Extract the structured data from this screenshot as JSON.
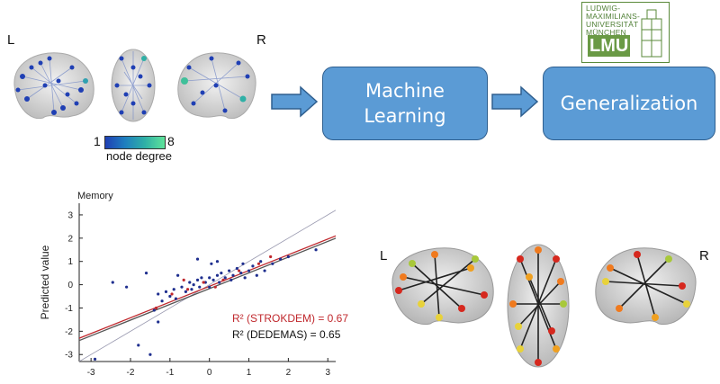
{
  "top": {
    "left_label": "L",
    "right_label": "R",
    "box1": [
      "Machine",
      "Learning"
    ],
    "box2": "Generalization",
    "logo": {
      "lines": "LUDWIG-\nMAXIMILIANS-\nUNIVERSITÄT\nMÜNCHEN",
      "mark": "LMU"
    },
    "colorbar": {
      "min": "1",
      "max": "8",
      "title": "node degree",
      "colors": [
        "#1f3fb4",
        "#1f7fbf",
        "#2fb0a6",
        "#5fe39a"
      ]
    }
  },
  "bottom_right": {
    "left_label": "L",
    "right_label": "R"
  },
  "chart_data": {
    "type": "scatter",
    "title": "Memory",
    "xlabel": "",
    "ylabel": "Predicted value",
    "xlim": [
      -3.3,
      3.2
    ],
    "ylim": [
      -3.3,
      3.5
    ],
    "xticks": [
      "-3",
      "-2",
      "-1",
      "0",
      "1",
      "2",
      "3"
    ],
    "yticks": [
      "-3",
      "-2",
      "-1",
      "0",
      "1",
      "2",
      "3"
    ],
    "annotations": [
      {
        "text": "R² (STROKDEM) = 0.67",
        "color": "#c0282d"
      },
      {
        "text": "R² (DEDEMAS) = 0.65",
        "color": "#111111"
      }
    ],
    "lines": [
      {
        "kind": "identity",
        "x": [
          -3.3,
          3.2
        ],
        "y": [
          -3.3,
          3.2
        ],
        "color": "#9a9ab0"
      },
      {
        "kind": "fit-strokdem",
        "x": [
          -3.3,
          3.5
        ],
        "y": [
          -2.3,
          2.3
        ],
        "color": "#c0282d"
      },
      {
        "kind": "fit-dedemas",
        "x": [
          -3.3,
          3.5
        ],
        "y": [
          -2.4,
          2.2
        ],
        "color": "#555555"
      }
    ],
    "series": [
      {
        "color": "#1f2f8f",
        "points": [
          [
            -2.9,
            -3.2
          ],
          [
            -2.45,
            0.1
          ],
          [
            -2.1,
            -0.1
          ],
          [
            -1.8,
            -2.6
          ],
          [
            -1.5,
            -3.0
          ],
          [
            -1.4,
            -1.1
          ],
          [
            -1.3,
            -1.6
          ],
          [
            -1.3,
            -0.4
          ],
          [
            -1.2,
            -0.7
          ],
          [
            -1.1,
            -0.3
          ],
          [
            -1.0,
            -0.5
          ],
          [
            -0.9,
            -0.2
          ],
          [
            -0.85,
            -0.6
          ],
          [
            -0.8,
            0.4
          ],
          [
            -0.7,
            -0.1
          ],
          [
            -0.6,
            -0.3
          ],
          [
            -0.5,
            0.1
          ],
          [
            -0.45,
            -0.2
          ],
          [
            -0.4,
            0.0
          ],
          [
            -0.3,
            0.2
          ],
          [
            -0.25,
            -0.1
          ],
          [
            -0.2,
            0.3
          ],
          [
            -0.1,
            0.1
          ],
          [
            0.0,
            -0.1
          ],
          [
            0.0,
            0.3
          ],
          [
            0.05,
            0.9
          ],
          [
            0.1,
            0.2
          ],
          [
            0.2,
            0.4
          ],
          [
            0.25,
            0.1
          ],
          [
            0.3,
            0.5
          ],
          [
            0.4,
            0.3
          ],
          [
            0.5,
            0.6
          ],
          [
            0.55,
            0.2
          ],
          [
            0.6,
            0.4
          ],
          [
            0.7,
            0.7
          ],
          [
            0.8,
            0.5
          ],
          [
            0.85,
            0.9
          ],
          [
            0.9,
            0.3
          ],
          [
            1.0,
            0.6
          ],
          [
            1.1,
            0.8
          ],
          [
            1.2,
            0.4
          ],
          [
            1.3,
            1.0
          ],
          [
            1.4,
            0.6
          ],
          [
            1.6,
            0.9
          ],
          [
            1.8,
            1.1
          ],
          [
            2.0,
            1.2
          ],
          [
            2.7,
            1.5
          ],
          [
            -0.3,
            1.1
          ],
          [
            0.2,
            1.0
          ],
          [
            -1.6,
            0.5
          ]
        ]
      },
      {
        "color": "#c0282d",
        "points": [
          [
            -1.35,
            -1.0
          ],
          [
            -0.95,
            -0.4
          ],
          [
            -0.55,
            -0.2
          ],
          [
            -0.15,
            0.1
          ],
          [
            0.35,
            0.2
          ],
          [
            0.75,
            0.6
          ],
          [
            1.25,
            0.9
          ],
          [
            0.15,
            -0.1
          ],
          [
            -0.65,
            0.2
          ],
          [
            1.55,
            1.2
          ]
        ]
      }
    ]
  }
}
